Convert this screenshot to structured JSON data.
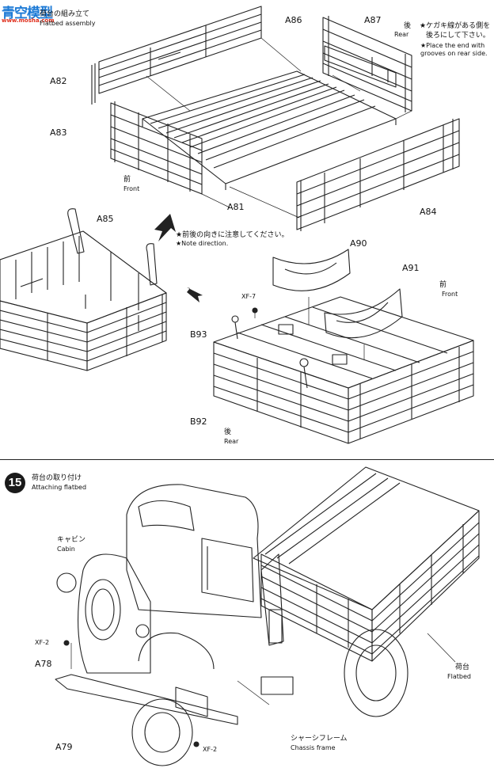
{
  "watermark": {
    "title": "青空模型",
    "sub": "www.mosha.com"
  },
  "step14": {
    "title_jp": "荷台の組み立て",
    "title_en": "Flatbed assembly"
  },
  "parts": {
    "a82": "A82",
    "a83": "A83",
    "a86": "A86",
    "a87": "A87",
    "a81": "A81",
    "a84": "A84",
    "a85": "A85",
    "a90": "A90",
    "a91": "A91",
    "b93": "B93",
    "b92": "B92",
    "xf7": "XF-7",
    "a78": "A78",
    "a79": "A79",
    "xf2a": "XF-2",
    "xf2b": "XF-2"
  },
  "notes": {
    "rear_jp": "後",
    "rear_en": "Rear",
    "groove_jp_1": "★ケガキ線がある側を",
    "groove_jp_2": "後ろにして下さい。",
    "groove_en_1": "★Place the end with",
    "groove_en_2": "grooves on rear side.",
    "front_jp": "前",
    "front_en": "Front",
    "direction_jp": "★前後の向きに注意してください。",
    "direction_en": "★Note direction.",
    "front2_jp": "前",
    "front2_en": "Front",
    "rear2_jp": "後",
    "rear2_en": "Rear"
  },
  "step15": {
    "number": "15",
    "title_jp": "荷台の取り付け",
    "title_en": "Attaching flatbed",
    "cabin_jp": "キャビン",
    "cabin_en": "Cabin",
    "flatbed_jp": "荷台",
    "flatbed_en": "Flatbed",
    "chassis_jp": "シャーシフレーム",
    "chassis_en": "Chassis frame"
  }
}
